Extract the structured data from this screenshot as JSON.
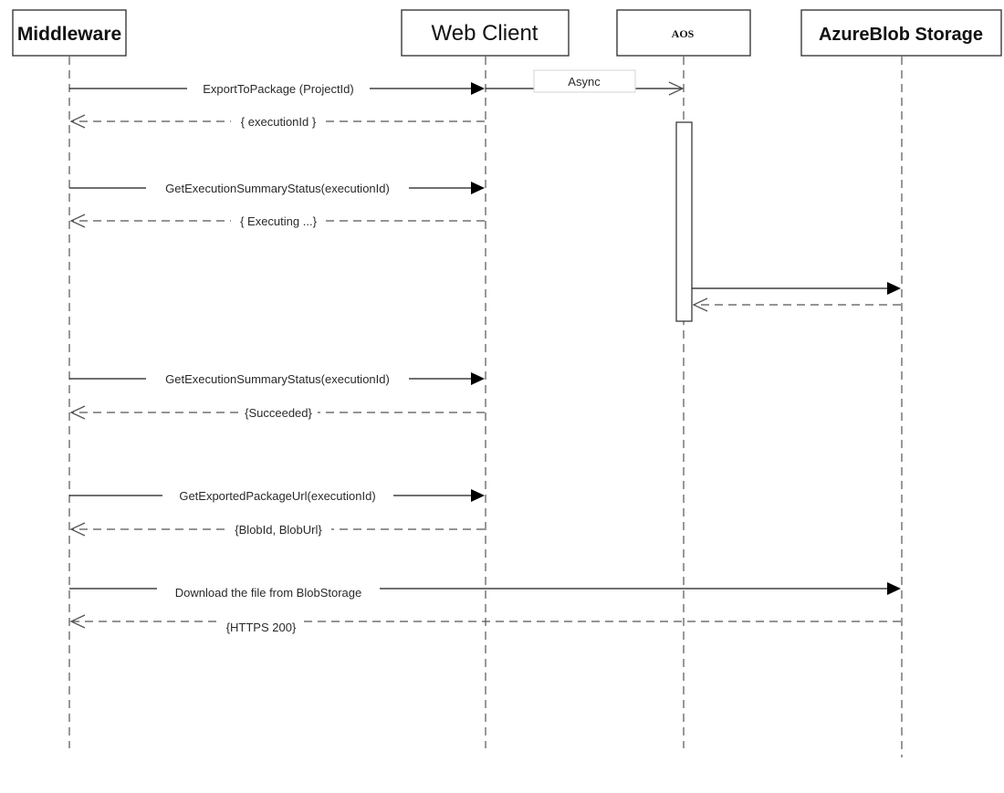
{
  "participants": [
    {
      "name": "Middleware",
      "style": "bold"
    },
    {
      "name": "Web Client",
      "style": "large"
    },
    {
      "name": "AOS",
      "style": "serif-small"
    },
    {
      "name": "AzureBlob Storage",
      "style": "bold"
    }
  ],
  "async_label": "Async",
  "messages": [
    {
      "from": 0,
      "to": 1,
      "kind": "call",
      "label": "ExportToPackage (ProjectId)"
    },
    {
      "from": 1,
      "to": 0,
      "kind": "return",
      "label": "{ executionId }"
    },
    {
      "from": 0,
      "to": 1,
      "kind": "call",
      "label": "GetExecutionSummaryStatus(executionId)"
    },
    {
      "from": 1,
      "to": 0,
      "kind": "return",
      "label": "{ Executing ...}"
    },
    {
      "from": 2,
      "to": 3,
      "kind": "call",
      "label": ""
    },
    {
      "from": 3,
      "to": 2,
      "kind": "return",
      "label": ""
    },
    {
      "from": 0,
      "to": 1,
      "kind": "call",
      "label": "GetExecutionSummaryStatus(executionId)"
    },
    {
      "from": 1,
      "to": 0,
      "kind": "return",
      "label": "{Succeeded}"
    },
    {
      "from": 0,
      "to": 1,
      "kind": "call",
      "label": "GetExportedPackageUrl(executionId)"
    },
    {
      "from": 1,
      "to": 0,
      "kind": "return",
      "label": "{BlobId, BlobUrl}"
    },
    {
      "from": 0,
      "to": 3,
      "kind": "call",
      "label": "Download the file from BlobStorage"
    },
    {
      "from": 3,
      "to": 0,
      "kind": "return",
      "label": "{HTTPS 200}"
    }
  ]
}
